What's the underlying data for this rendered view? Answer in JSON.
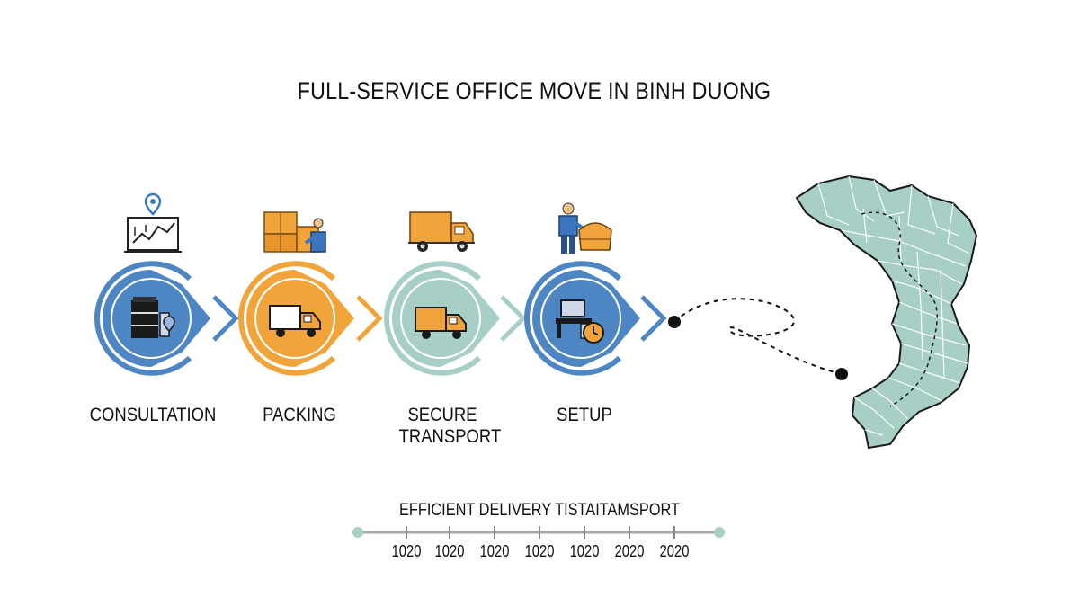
{
  "title": "FULL-SERVICE OFFICE MOVE IN BINH DUONG",
  "steps": [
    {
      "label": "CONSULTATION",
      "color": "#4e86c4",
      "step_icon": "analytics-board-icon",
      "circle_icon": "office-furniture-icon"
    },
    {
      "label": "PACKING",
      "color": "#f0a43a",
      "step_icon": "boxes-worker-icon",
      "circle_icon": "truck-icon"
    },
    {
      "label": "SECURE TRANSPORT",
      "color": "#a7cfc8",
      "step_icon": "truck-icon",
      "circle_icon": "truck-icon"
    },
    {
      "label": "SETUP",
      "color": "#4e86c4",
      "step_icon": "worker-bag-icon",
      "circle_icon": "desk-clock-icon"
    }
  ],
  "timeline": {
    "title": "EFFICIENT DELIVERY TISTAITAMSPORT",
    "ticks": [
      "1020",
      "1020",
      "1020",
      "1020",
      "1020",
      "2020",
      "2020"
    ]
  },
  "map": {
    "name": "vietnam-map",
    "fill": "#a7cfc5",
    "stroke": "#1a1a1a"
  }
}
